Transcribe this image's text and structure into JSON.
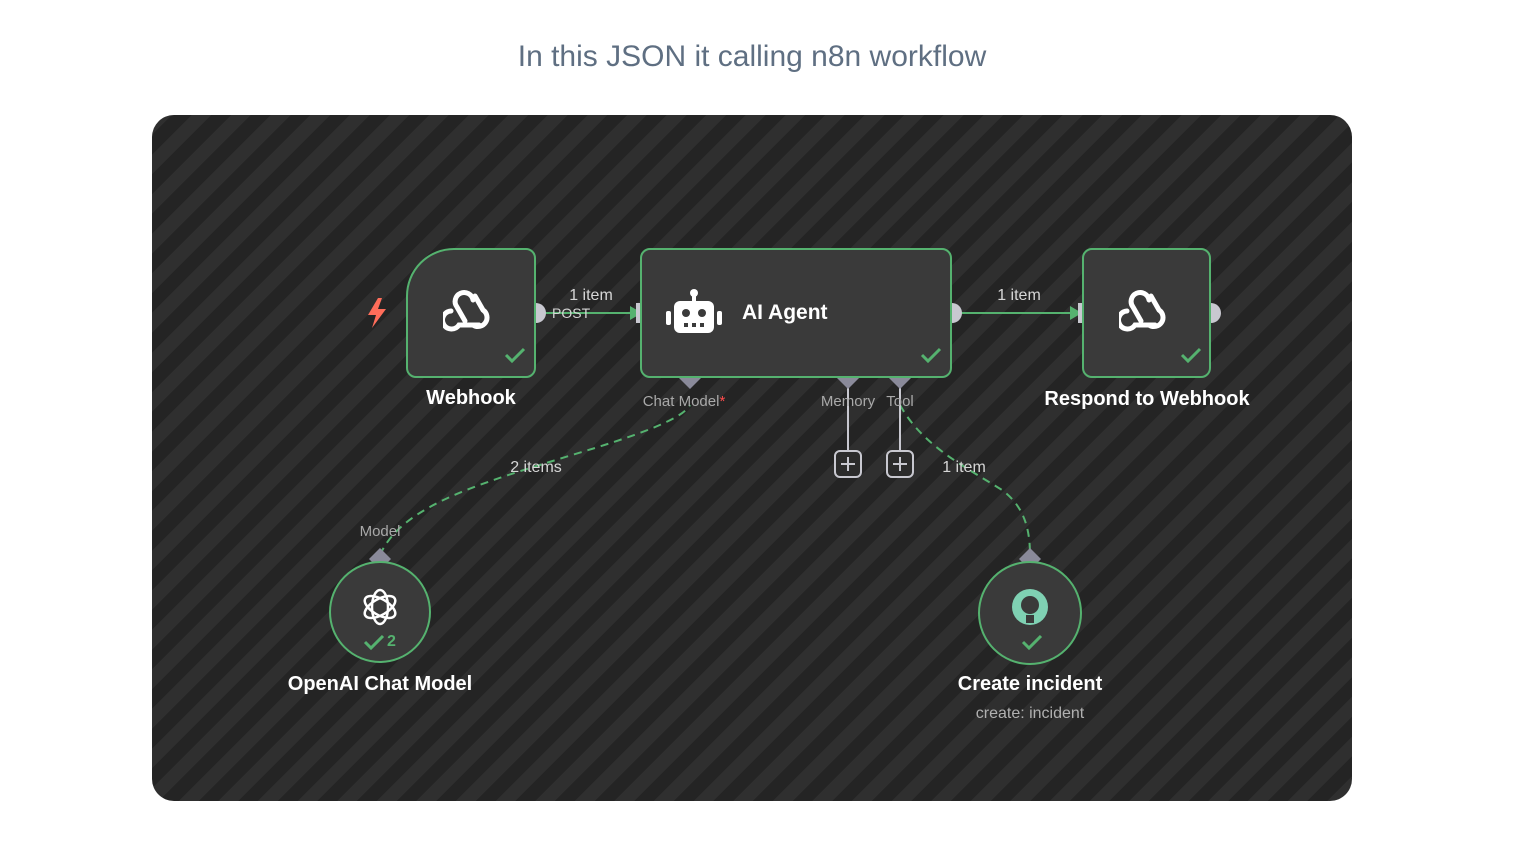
{
  "caption": "In this JSON it calling n8n workflow",
  "colors": {
    "success": "#55b26f",
    "trigger": "#ff6d5a",
    "canvas": "#2b2b2b",
    "node": "#3a3a3a",
    "port": "#c8c8d0"
  },
  "nodes": {
    "webhook": {
      "label": "Webhook",
      "icon": "webhook-icon",
      "status": "success",
      "trigger_icon": "lightning-icon",
      "output_label": "POST"
    },
    "ai_agent": {
      "label": "AI Agent",
      "icon": "robot-icon",
      "status": "success",
      "ports": {
        "chat_model": "Chat Model",
        "chat_model_required": "*",
        "memory": "Memory",
        "tool": "Tool"
      }
    },
    "respond": {
      "label": "Respond to Webhook",
      "icon": "webhook-icon",
      "status": "success"
    },
    "openai": {
      "label": "OpenAI Chat Model",
      "icon": "openai-icon",
      "status": "success",
      "run_count": "2",
      "port_label": "Model"
    },
    "incident": {
      "label": "Create incident",
      "subtitle": "create: incident",
      "icon": "incident-icon",
      "status": "success"
    }
  },
  "edges": {
    "webhook_to_agent": "1 item",
    "agent_to_respond": "1 item",
    "model_to_agent": "2 items",
    "tool_to_agent": "1 item"
  }
}
